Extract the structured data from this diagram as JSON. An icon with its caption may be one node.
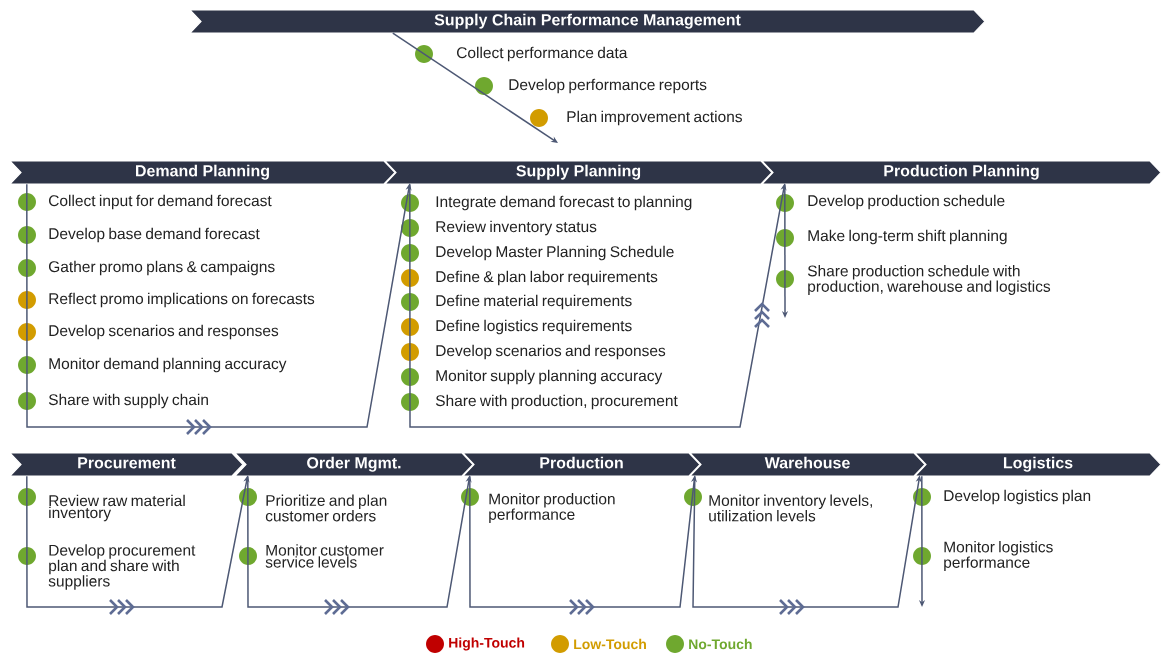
{
  "diagram": {
    "nodes": [
      {
        "text": [
          "Supply Chain Performance Management"
        ]
      },
      {
        "text": [
          "Collect performance data"
        ]
      },
      {
        "text": [
          "Develop performance reports"
        ]
      },
      {
        "text": [
          "Plan improvement actions"
        ]
      },
      {
        "text": [
          "Demand Planning"
        ]
      },
      {
        "text": [
          "Collect input for demand forecast"
        ]
      },
      {
        "text": [
          "Develop base demand forecast"
        ]
      },
      {
        "text": [
          "Gather promo plans & campaigns"
        ]
      },
      {
        "text": [
          "Reflect promo implications on forecasts"
        ]
      },
      {
        "text": [
          "Develop scenarios and responses"
        ]
      },
      {
        "text": [
          "Monitor demand planning accuracy"
        ]
      },
      {
        "text": [
          "Share with supply chain"
        ]
      },
      {
        "text": [
          "Supply Planning"
        ]
      },
      {
        "text": [
          "Integrate demand forecast to planning"
        ]
      },
      {
        "text": [
          "Review inventory status"
        ]
      },
      {
        "text": [
          "Develop Master Planning Schedule"
        ]
      },
      {
        "text": [
          "Define & plan labor requirements"
        ]
      },
      {
        "text": [
          "Define material requirements"
        ]
      },
      {
        "text": [
          "Define logistics requirements"
        ]
      },
      {
        "text": [
          "Develop scenarios and responses"
        ]
      },
      {
        "text": [
          "Monitor supply planning accuracy"
        ]
      },
      {
        "text": [
          "Share with production, procurement"
        ]
      },
      {
        "text": [
          "Production Planning"
        ]
      },
      {
        "text": [
          "Develop production schedule"
        ]
      },
      {
        "text": [
          "Make long-term shift planning"
        ]
      },
      {
        "text": [
          "Share production schedule with production, warehouse and logistics"
        ]
      },
      {
        "text": [
          "Procurement"
        ]
      },
      {
        "text": [
          "Review raw material inventory"
        ]
      },
      {
        "text": [
          "Develop procurement plan and share with suppliers"
        ]
      },
      {
        "text": [
          "Order Mgmt."
        ]
      },
      {
        "text": [
          "Prioritize and plan customer orders"
        ]
      },
      {
        "text": [
          "Monitor customer service levels"
        ]
      },
      {
        "text": [
          "Production"
        ]
      },
      {
        "text": [
          "Monitor production performance"
        ]
      },
      {
        "text": [
          "Warehouse"
        ]
      },
      {
        "text": [
          "Monitor inventory levels, utilization levels"
        ]
      },
      {
        "text": [
          "Logistics"
        ]
      },
      {
        "text": [
          "Develop logistics plan"
        ]
      },
      {
        "text": [
          "Monitor logistics performance"
        ]
      }
    ],
    "edges": [
      {
        "from": 0,
        "to": 3,
        "arrow": "to"
      },
      {
        "from": 4,
        "to": 12,
        "arrow": "to"
      },
      {
        "from": 12,
        "to": 22,
        "arrow": "to"
      },
      {
        "from": 22,
        "to": 25,
        "arrow": "to"
      },
      {
        "from": 26,
        "to": 29,
        "arrow": "to"
      },
      {
        "from": 29,
        "to": 32,
        "arrow": "to"
      },
      {
        "from": 32,
        "to": 34,
        "arrow": "to"
      },
      {
        "from": 34,
        "to": 36,
        "arrow": "to"
      },
      {
        "from": 36,
        "to": null,
        "arrow": "to"
      }
    ],
    "legend": [
      {
        "text": "High-Touch",
        "color": "#c00000"
      },
      {
        "text": "Low-Touch",
        "color": "#d29c00"
      },
      {
        "text": "No-Touch",
        "color": "#6fa82f"
      }
    ]
  }
}
